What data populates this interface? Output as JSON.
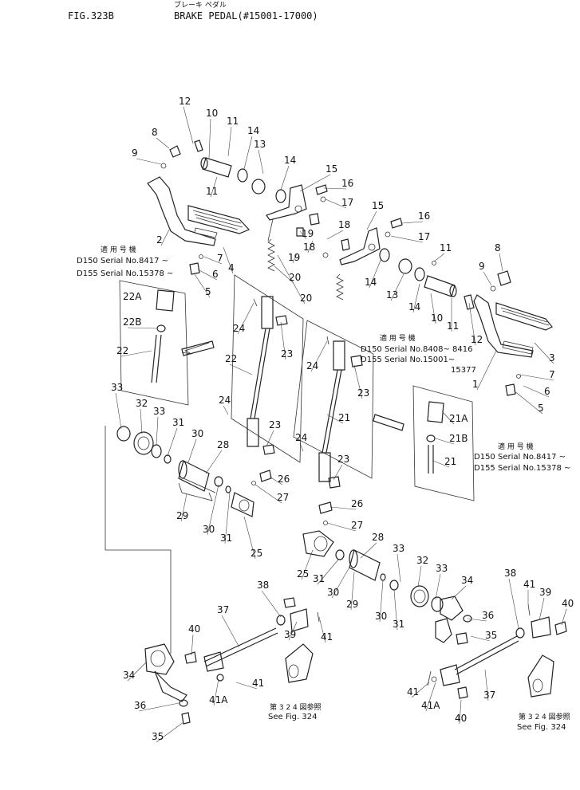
{
  "header": {
    "fig": "FIG.323B",
    "title_jp": "ブレーキ ペダル",
    "title": "BRAKE PEDAL(#15001-17000)"
  },
  "serial_notes": {
    "left": {
      "jp": "適 用 号 機",
      "d150": "D150 Serial  No.8417 ~",
      "d155": "D155 Serial  No.15378 ~"
    },
    "center": {
      "jp": "適 用 号 機",
      "d150": "D150 Serial No.8408~ 8416",
      "d155": "D155 Serial No.15001~",
      "d155_end": "15377"
    },
    "right": {
      "jp": "適 用 号 機",
      "d150": "D150 Serial No.8417 ~",
      "d155": "D155 Serial No.15378 ~"
    }
  },
  "references": {
    "left": {
      "jp": "第 3 2 4 図参照",
      "text": "See Fig. 324"
    },
    "right": {
      "jp": "第 3 2 4 図参照",
      "text": "See Fig. 324"
    }
  },
  "callouts": [
    "12",
    "8",
    "9",
    "10",
    "11",
    "11",
    "14",
    "13",
    "14",
    "15",
    "16",
    "17",
    "2",
    "4",
    "7",
    "6",
    "5",
    "20",
    "18",
    "19",
    "18",
    "19",
    "15",
    "16",
    "17",
    "11",
    "8",
    "9",
    "14",
    "13",
    "14",
    "10",
    "11",
    "12",
    "3",
    "7",
    "6",
    "5",
    "1",
    "22A",
    "22B",
    "22",
    "24",
    "23",
    "22",
    "20",
    "24",
    "23",
    "21",
    "21A",
    "21B",
    "21",
    "33",
    "32",
    "33",
    "31",
    "30",
    "28",
    "24",
    "23",
    "24",
    "26",
    "27",
    "29",
    "30",
    "31",
    "25",
    "26",
    "27",
    "23",
    "28",
    "33",
    "32",
    "33",
    "34",
    "25",
    "31",
    "30",
    "29",
    "30",
    "31",
    "36",
    "35",
    "38",
    "41",
    "39",
    "40",
    "40",
    "37",
    "38",
    "39",
    "41",
    "34",
    "36",
    "35",
    "41",
    "41A",
    "41",
    "41A",
    "37",
    "40"
  ]
}
